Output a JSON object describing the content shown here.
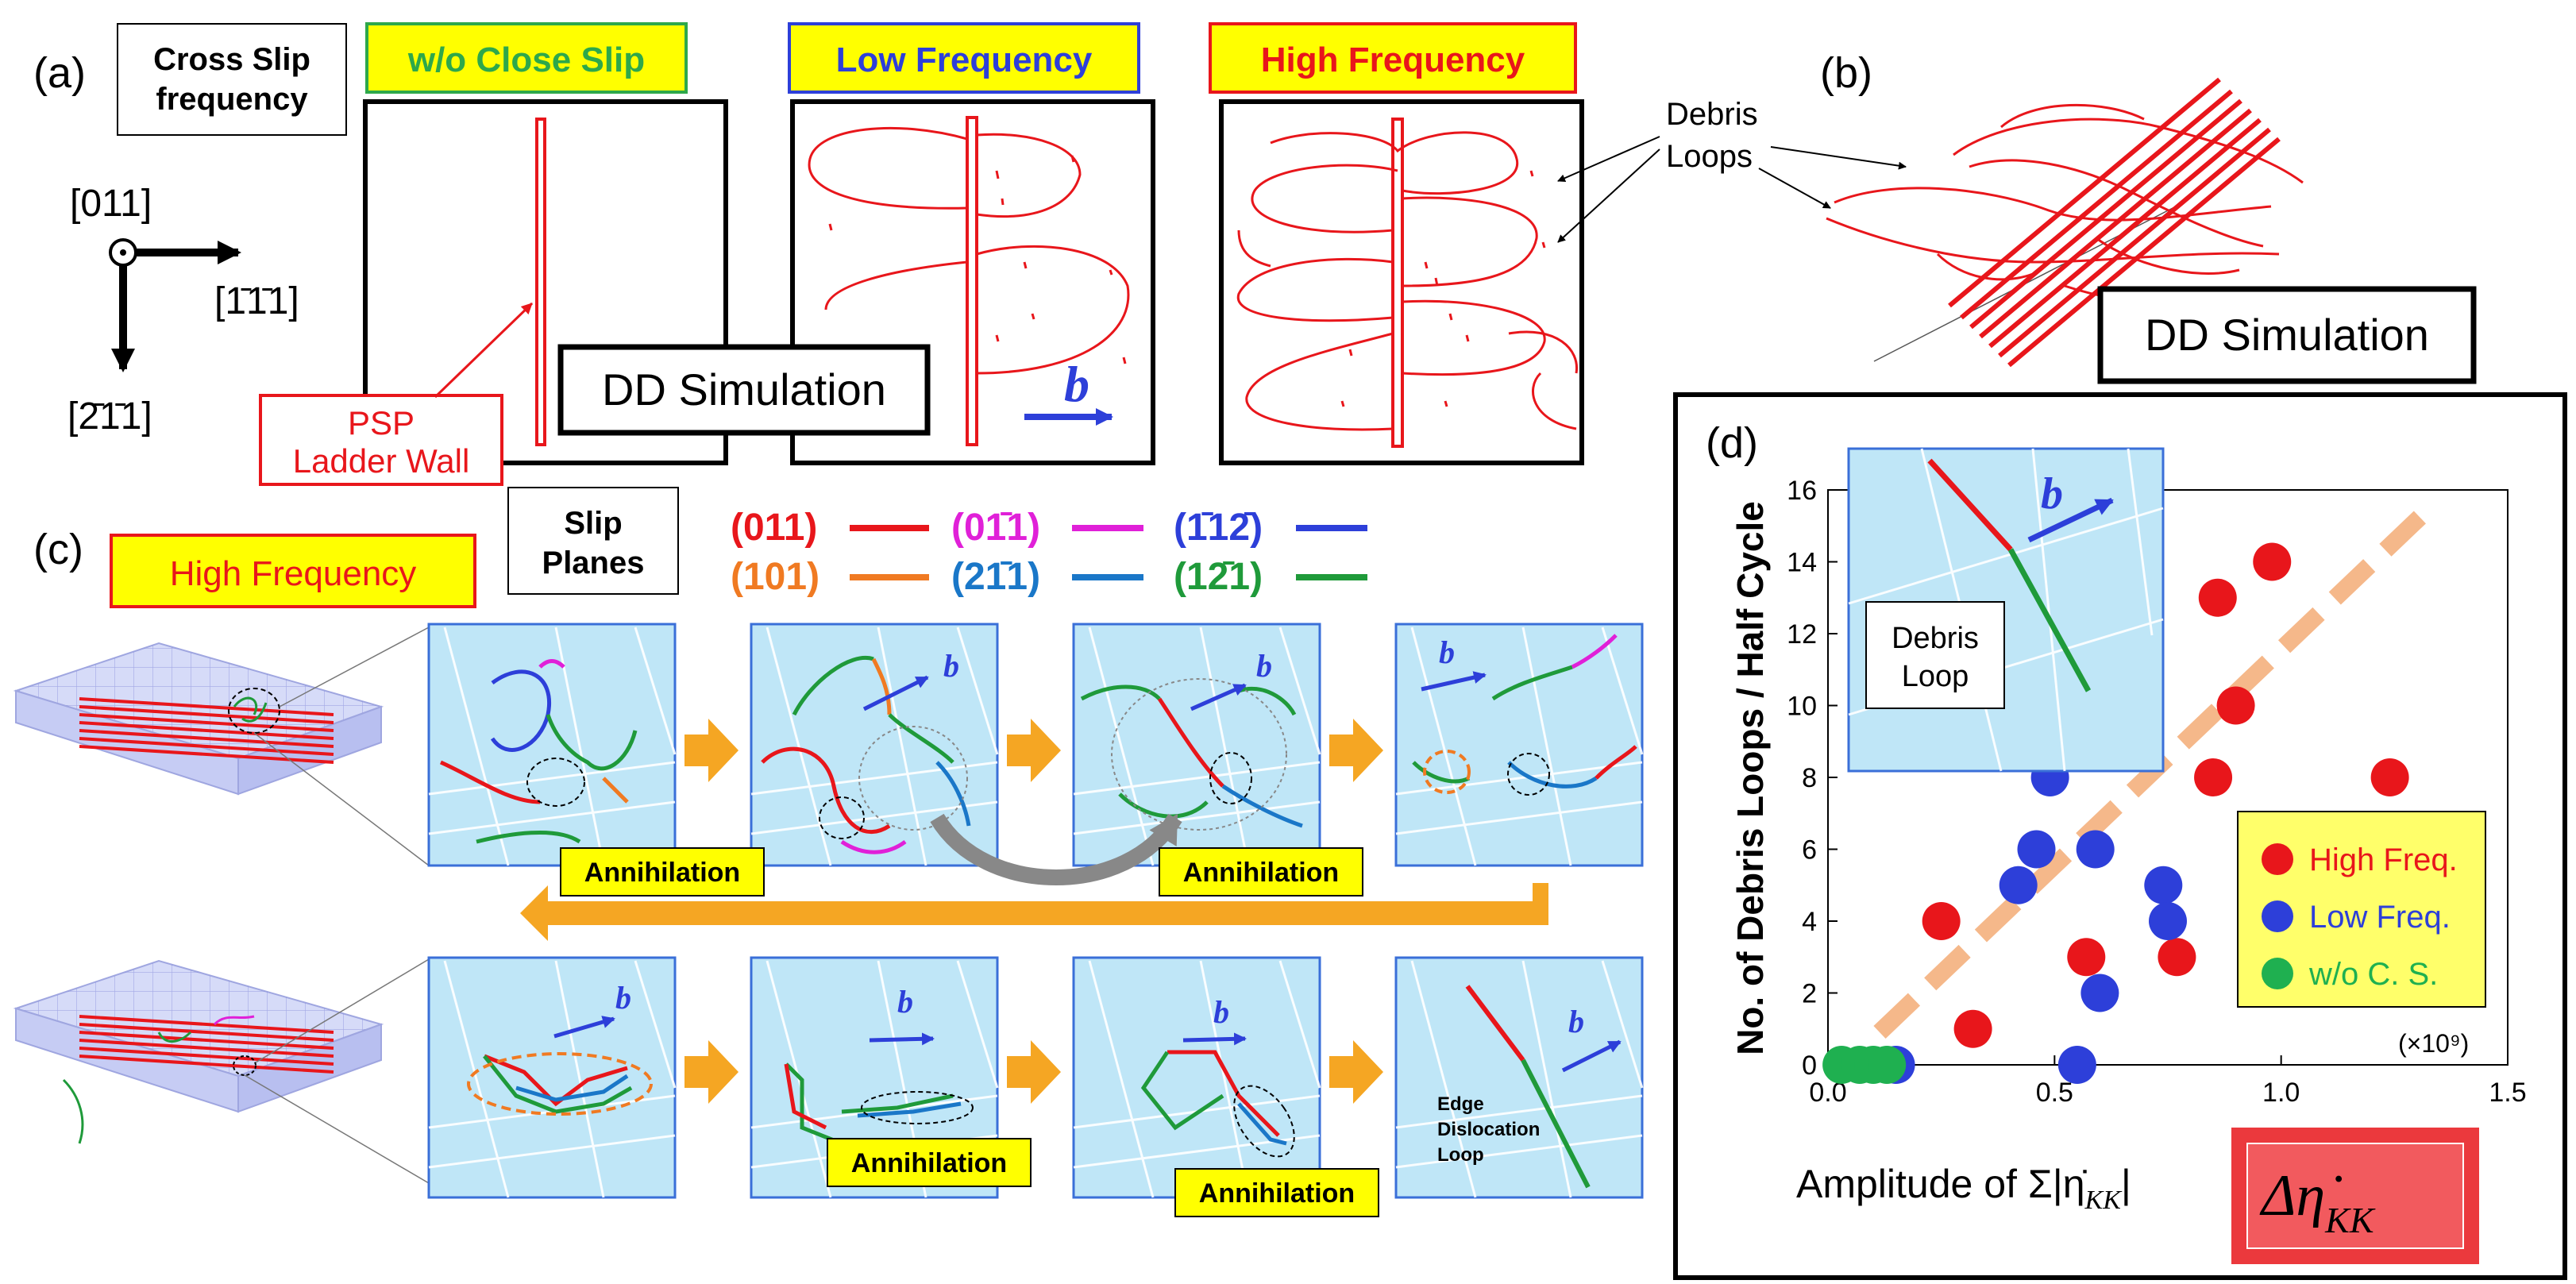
{
  "panel_a": {
    "label": "(a)",
    "cs_title_l1": "Cross Slip",
    "cs_title_l2": "frequency",
    "titles": [
      "w/o Close Slip",
      "Low Frequency",
      "High Frequency"
    ],
    "axis_dir1": "[011]",
    "axis_dir2": "[1̄1̄1]",
    "axis_dir3": "[2̄1̄1]",
    "psp_l1": "PSP",
    "psp_l2": "Ladder Wall",
    "dd_sim": "DD Simulation",
    "b_label": "b",
    "debris_l1": "Debris",
    "debris_l2": "Loops"
  },
  "panel_b": {
    "label": "(b)",
    "dd_sim": "DD Simulation"
  },
  "panel_c": {
    "label": "(c)",
    "high_freq": "High Frequency",
    "slip_l1": "Slip",
    "slip_l2": "Planes",
    "slip_planes": [
      {
        "label": "(011)",
        "color": "#e8161b"
      },
      {
        "label": "(101)",
        "color": "#f07a22"
      },
      {
        "label": "(01̄1)",
        "color": "#e020d8"
      },
      {
        "label": "(21̄1)",
        "color": "#1a77c8"
      },
      {
        "label": "(1̄12̄)",
        "color": "#2d3fd9"
      },
      {
        "label": "(12̄1)",
        "color": "#1f9a3a"
      }
    ],
    "annihilation": "Annihilation",
    "edge_l1": "Edge",
    "edge_l2": "Dislocation",
    "edge_l3": "Loop",
    "b_label": "b"
  },
  "panel_d": {
    "label": "(d)",
    "inset_l1": "Debris",
    "inset_l2": "Loop",
    "b_label": "b",
    "multiplier": "(×10⁹)",
    "xlabel_prefix": "Amplitude of Σ|η̇",
    "xlabel_sub": "KK",
    "xlabel_suffix": "|",
    "delta_label": "Δη̇",
    "delta_sub": "KK",
    "legend_title": ""
  },
  "chart_data": {
    "type": "scatter",
    "title": "",
    "xlabel": "Amplitude of Σ|η̇KK|",
    "ylabel": "No. of Debris Loops / Half Cycle",
    "xlim": [
      0.0,
      1.5
    ],
    "ylim": [
      0,
      16
    ],
    "x_ticks": [
      "0.0",
      "0.5",
      "1.0",
      "1.5"
    ],
    "y_ticks": [
      "0",
      "2",
      "4",
      "6",
      "8",
      "10",
      "12",
      "14",
      "16"
    ],
    "x_multiplier": "(×10⁹)",
    "legend_position": "bottom-right",
    "series": [
      {
        "name": "High Freq.",
        "color": "#e8161b",
        "x": [
          0.25,
          0.32,
          0.57,
          0.77,
          0.85,
          0.86,
          0.9,
          0.98,
          1.24
        ],
        "y": [
          4,
          1,
          3,
          3,
          8,
          13,
          10,
          14,
          8
        ]
      },
      {
        "name": "Low Freq.",
        "color": "#2d3fd9",
        "x": [
          0.15,
          0.42,
          0.46,
          0.49,
          0.55,
          0.59,
          0.6,
          0.74,
          0.75
        ],
        "y": [
          0,
          5,
          6,
          8,
          0,
          6,
          2,
          5,
          4
        ]
      },
      {
        "name": "w/o C. S.",
        "color": "#1fb050",
        "x": [
          0.03,
          0.07,
          0.1,
          0.13
        ],
        "y": [
          0,
          0,
          0,
          0
        ]
      }
    ]
  }
}
